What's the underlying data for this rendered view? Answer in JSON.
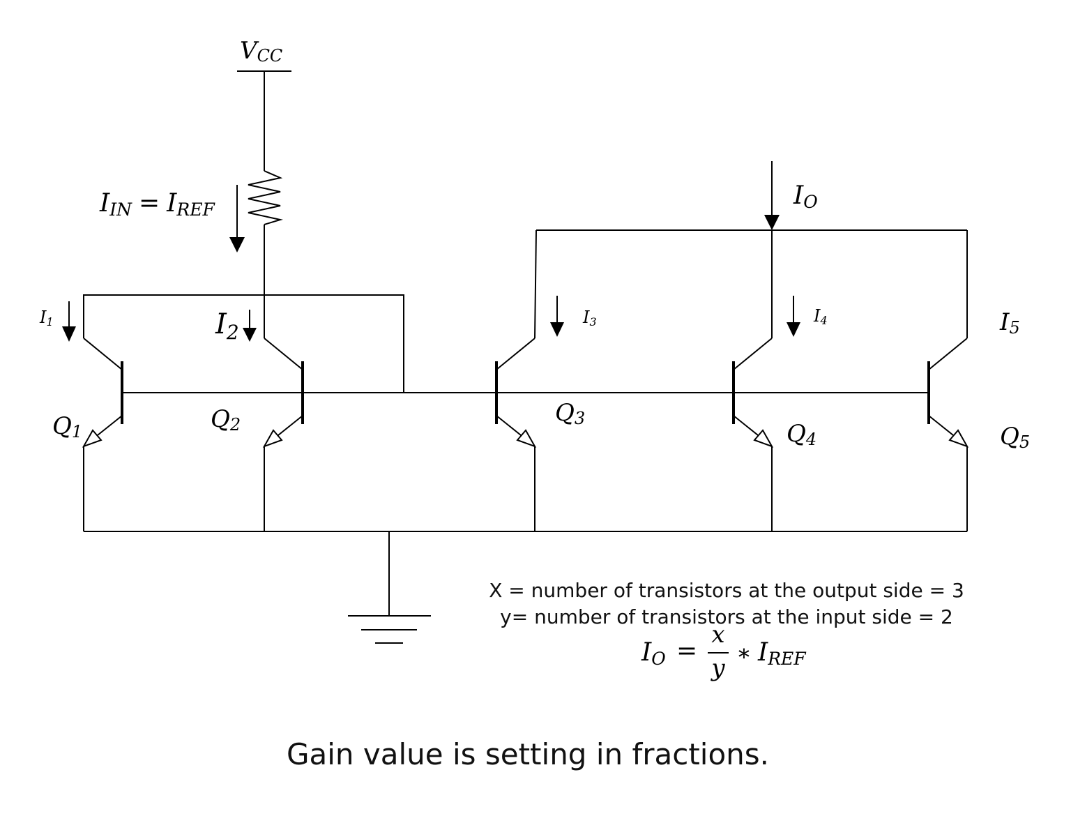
{
  "supply": {
    "label_main": "V",
    "label_sub": "CC"
  },
  "currents": {
    "input": {
      "main": "I",
      "sub": "IN",
      "eq": "=",
      "main2": "I",
      "sub2": "REF"
    },
    "output": {
      "main": "I",
      "sub": "O"
    },
    "i1": {
      "main": "I",
      "sub": "1"
    },
    "i2": {
      "main": "I",
      "sub": "2"
    },
    "i3": {
      "main": "I",
      "sub": "3"
    },
    "i4": {
      "main": "I",
      "sub": "4"
    },
    "i5": {
      "main": "I",
      "sub": "5"
    }
  },
  "transistors": [
    {
      "main": "Q",
      "sub": "1"
    },
    {
      "main": "Q",
      "sub": "2"
    },
    {
      "main": "Q",
      "sub": "3"
    },
    {
      "main": "Q",
      "sub": "4"
    },
    {
      "main": "Q",
      "sub": "5"
    }
  ],
  "notes": {
    "line1": "X = number of transistors at the output side = 3",
    "line2": "y= number of transistors at the input side = 2"
  },
  "formula": {
    "lhs_main": "I",
    "lhs_sub": "O",
    "eq": "=",
    "numerator": "x",
    "denominator": "y",
    "op": "∗",
    "rhs_main": "I",
    "rhs_sub": "REF"
  },
  "caption": "Gain value is setting in fractions."
}
